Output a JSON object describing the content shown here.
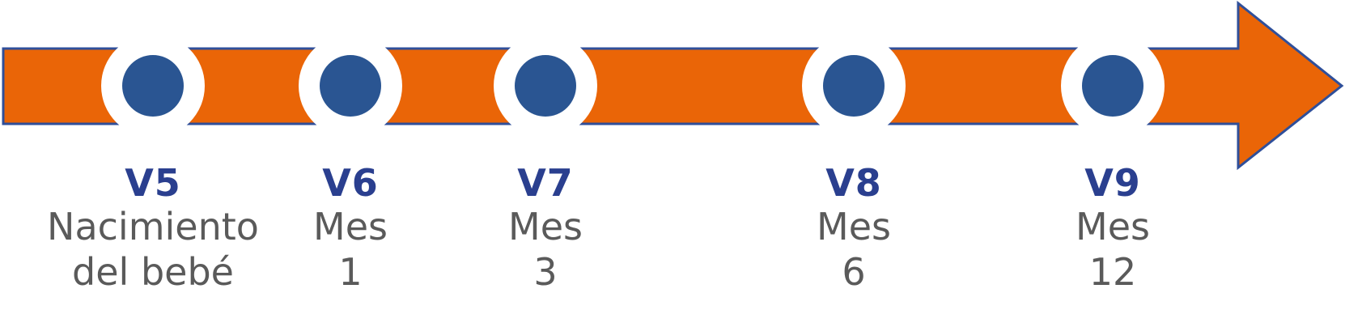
{
  "colors": {
    "arrow_fill": "#ea6507",
    "arrow_stroke": "#2f4f9a",
    "milestone_dot": "#2a5592",
    "milestone_ring": "#ffffff",
    "code_text": "#2a3f8f",
    "desc_text": "#5a5a5a"
  },
  "milestones": [
    {
      "code": "V5",
      "line1": "Nacimiento",
      "line2": "del bebé"
    },
    {
      "code": "V6",
      "line1": "Mes",
      "line2": "1"
    },
    {
      "code": "V7",
      "line1": "Mes",
      "line2": "3"
    },
    {
      "code": "V8",
      "line1": "Mes",
      "line2": "6"
    },
    {
      "code": "V9",
      "line1": "Mes",
      "line2": "12"
    }
  ]
}
